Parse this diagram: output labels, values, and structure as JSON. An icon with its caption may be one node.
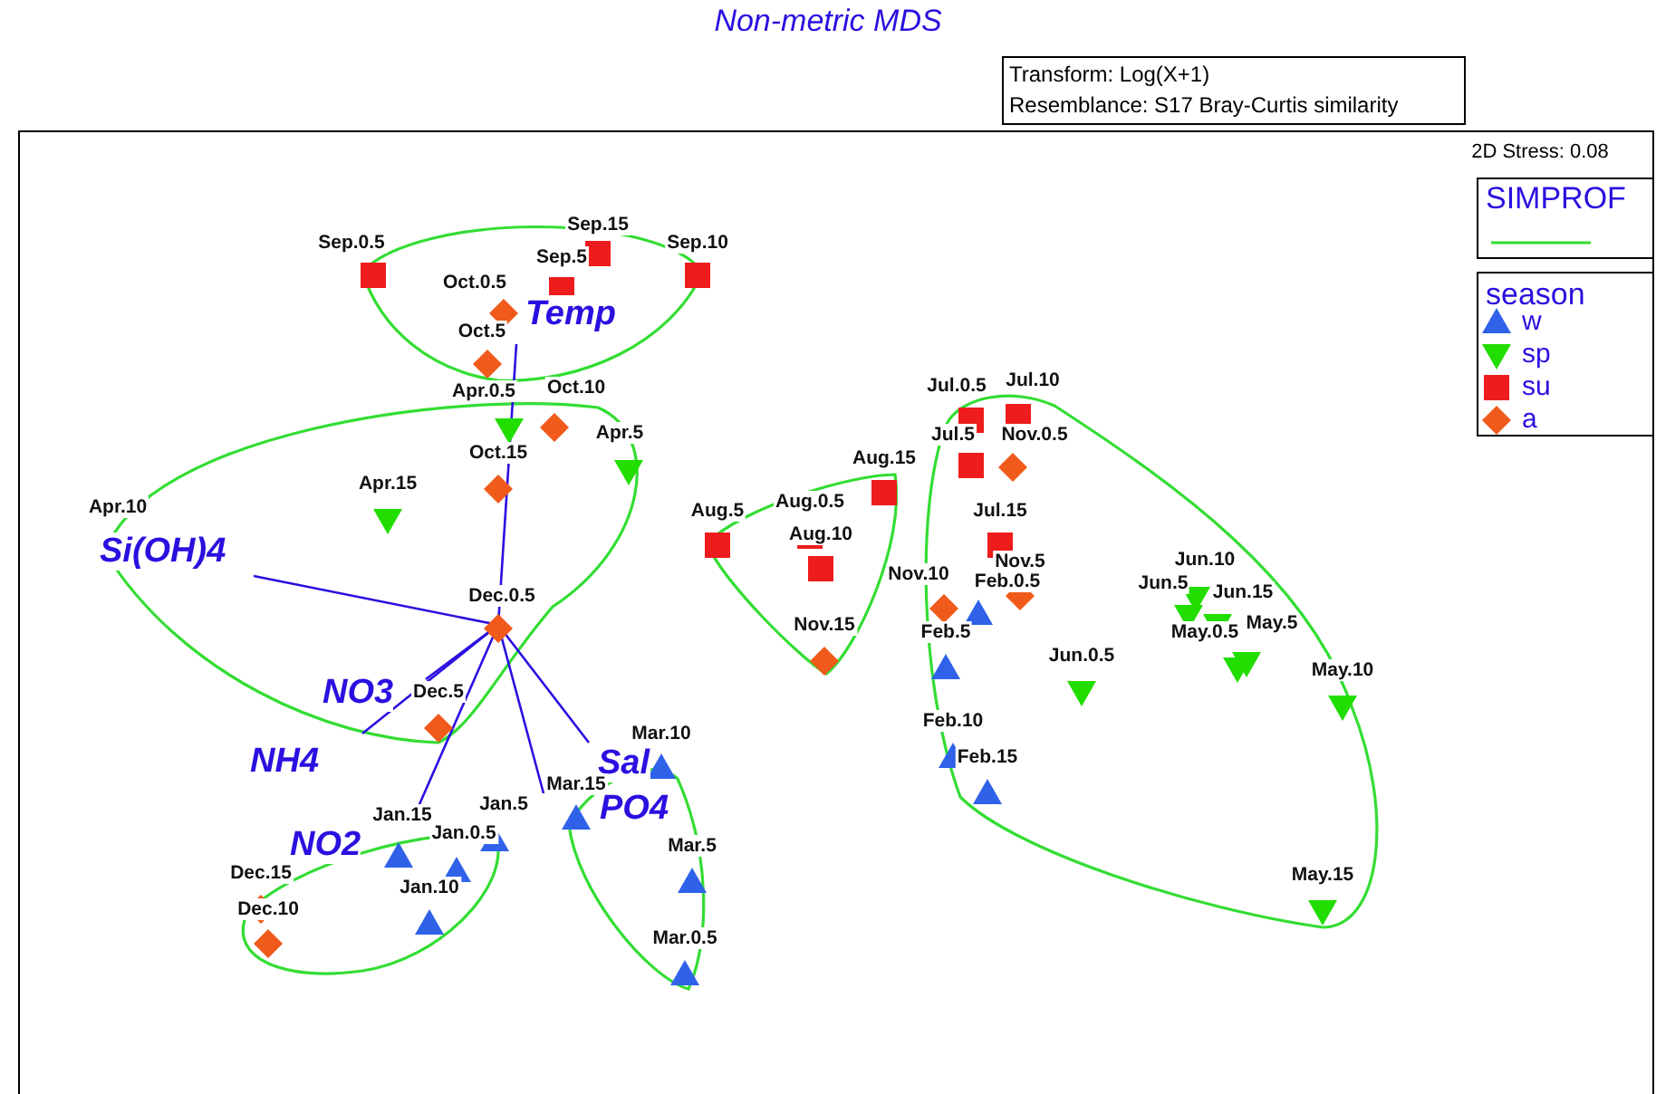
{
  "diagram": {
    "title": "Non-metric MDS",
    "labels": [
      "Transform: Log(X+1)",
      "Resemblance: S17 Bray-Curtis similarity",
      "2D Stress: 0.08",
      "Sep.15",
      "Sep.0.5",
      "Sep.10",
      "Sep.5",
      "Oct.0.5",
      "Temp",
      "Oct.5",
      "Apr.0.5",
      "Oct.10",
      "Jul.0.5",
      "Jul.10",
      "Jul.5",
      "Nov.0.5",
      "Apr.5",
      "Oct.15",
      "Aug.15",
      "Apr.15",
      "Aug.0.5",
      "Aug.5",
      "Aug.10",
      "Apr.10",
      "Si(OH)4",
      "Jul.15",
      "Jun.10",
      "Jun.5",
      "Nov.10",
      "Feb.0.5",
      "Nov.5",
      "Jun.15",
      "Dec.0.5",
      "May.0.5",
      "May.5",
      "Nov.15",
      "Feb.5",
      "Jun.0.5",
      "NO3",
      "May.10",
      "Dec.5",
      "Mar.10",
      "Feb.10",
      "NH4",
      "Sal",
      "Feb.15",
      "Jan.15",
      "Mar.15",
      "Jan.5",
      "PO4",
      "NO2",
      "Jan.0.5",
      "Mar.5",
      "Dec.15",
      "Jan.10",
      "Dec.10",
      "May.15",
      "Mar.0.5",
      "season"
    ],
    "legend": [
      {
        "text": "SIMPROF"
      },
      {
        "text": "w"
      },
      {
        "text": "sp"
      },
      {
        "text": "su"
      },
      {
        "text": "a"
      }
    ]
  }
}
